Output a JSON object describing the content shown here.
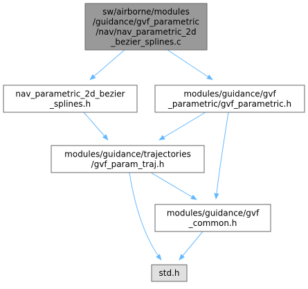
{
  "colors": {
    "root_fill": "#999999",
    "node_fill": "#ffffff",
    "leaf_fill": "#e0e0e0",
    "border": "#666666",
    "edge": "#63b8ff"
  },
  "nodes": [
    {
      "id": "root",
      "lines": [
        "sw/airborne/modules",
        "/guidance/gvf_parametric",
        "/nav/nav_parametric_2d",
        "_bezier_splines.c"
      ],
      "kind": "root"
    },
    {
      "id": "nav_h",
      "lines": [
        "nav_parametric_2d_bezier",
        "_splines.h"
      ],
      "kind": "normal"
    },
    {
      "id": "gvf_parametric_h",
      "lines": [
        "modules/guidance/gvf",
        "_parametric/gvf_parametric.h"
      ],
      "kind": "normal"
    },
    {
      "id": "gvf_param_traj_h",
      "lines": [
        "modules/guidance/trajectories",
        "/gvf_param_traj.h"
      ],
      "kind": "normal"
    },
    {
      "id": "gvf_common_h",
      "lines": [
        "modules/guidance/gvf",
        "_common.h"
      ],
      "kind": "normal"
    },
    {
      "id": "std_h",
      "lines": [
        "std.h"
      ],
      "kind": "leaf"
    }
  ],
  "edges": [
    {
      "from": "root",
      "to": "nav_h"
    },
    {
      "from": "root",
      "to": "gvf_parametric_h"
    },
    {
      "from": "nav_h",
      "to": "gvf_param_traj_h"
    },
    {
      "from": "gvf_parametric_h",
      "to": "gvf_param_traj_h"
    },
    {
      "from": "gvf_parametric_h",
      "to": "gvf_common_h"
    },
    {
      "from": "gvf_param_traj_h",
      "to": "gvf_common_h"
    },
    {
      "from": "gvf_param_traj_h",
      "to": "std_h"
    },
    {
      "from": "gvf_common_h",
      "to": "std_h"
    }
  ]
}
